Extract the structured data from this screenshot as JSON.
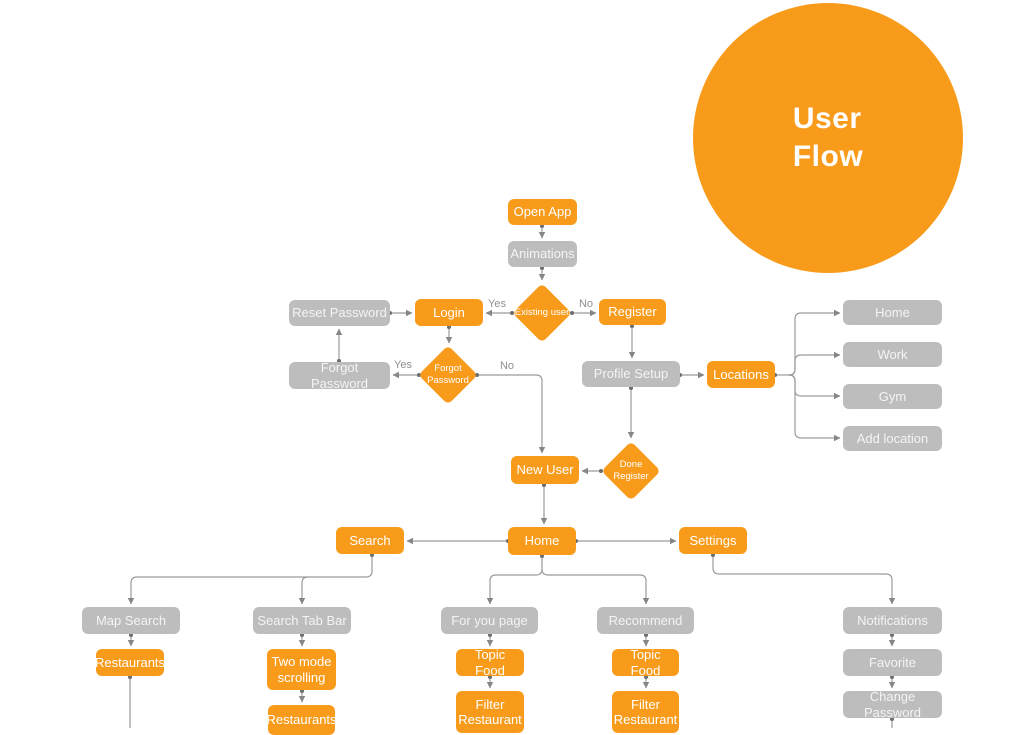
{
  "title": {
    "line1": "User",
    "line2": "Flow"
  },
  "colors": {
    "accent_orange": "#F89B1B",
    "node_gray": "#BDBDBD",
    "connector_gray": "#9B9B9B",
    "background": "#FFFFFF"
  },
  "nodes": {
    "open_app": {
      "label": "Open App"
    },
    "animations": {
      "label": "Animations"
    },
    "existing_user": {
      "label": "Existing user"
    },
    "login": {
      "label": "Login"
    },
    "register": {
      "label": "Register"
    },
    "reset_password": {
      "label": "Reset Password"
    },
    "forgot_password_page": {
      "label": "Forgot Password"
    },
    "forgot_password_decision": {
      "label": "Forgot Password"
    },
    "profile_setup": {
      "label": "Profile Setup"
    },
    "locations": {
      "label": "Locations"
    },
    "loc_home": {
      "label": "Home"
    },
    "loc_work": {
      "label": "Work"
    },
    "loc_gym": {
      "label": "Gym"
    },
    "add_location": {
      "label": "Add location"
    },
    "done_register": {
      "label": "Done Register"
    },
    "new_user": {
      "label": "New User"
    },
    "search": {
      "label": "Search"
    },
    "home": {
      "label": "Home"
    },
    "settings": {
      "label": "Settings"
    },
    "map_search": {
      "label": "Map Search"
    },
    "search_tab_bar": {
      "label": "Search Tab Bar"
    },
    "for_you_page": {
      "label": "For you page"
    },
    "recommend": {
      "label": "Recommend"
    },
    "notifications": {
      "label": "Notifications"
    },
    "restaurants_map": {
      "label": "Restaurants"
    },
    "two_mode_scrolling": {
      "label": "Two mode scrolling"
    },
    "topic_food_fyp": {
      "label": "Topic Food"
    },
    "topic_food_rec": {
      "label": "Topic Food"
    },
    "favorite": {
      "label": "Favorite"
    },
    "restaurants_tab": {
      "label": "Restaurants"
    },
    "filter_restaurant_fyp": {
      "label": "Filter Restaurant"
    },
    "filter_restaurant_rec": {
      "label": "Filter Restaurant"
    },
    "change_password": {
      "label": "Change Password"
    }
  },
  "edge_labels": {
    "existing_yes": "Yes",
    "existing_no": "No",
    "forgot_yes": "Yes",
    "forgot_no": "No"
  }
}
